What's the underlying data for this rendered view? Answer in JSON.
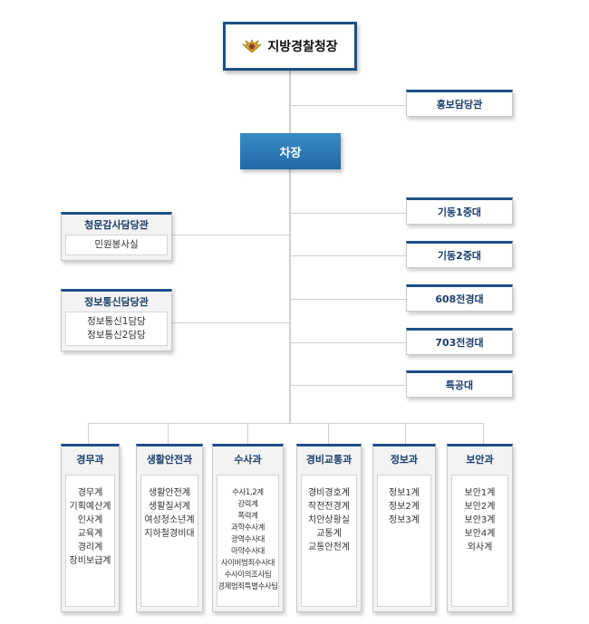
{
  "top": {
    "title": "지방경찰청장"
  },
  "spokesperson": "홍보담당관",
  "deputy": "차장",
  "left_units": [
    {
      "title": "청문감사담당관",
      "items": [
        "민원봉사실"
      ]
    },
    {
      "title": "정보통신담당관",
      "items": [
        "정보통신1담당",
        "정보통신2담당"
      ]
    }
  ],
  "right_units": [
    "기동1중대",
    "기동2중대",
    "608전경대",
    "703전경대",
    "특공대"
  ],
  "departments": [
    {
      "title": "경무과",
      "items": [
        "경무계",
        "기획예산계",
        "인사계",
        "교육계",
        "경리계",
        "장비보급계"
      ]
    },
    {
      "title": "생활안전과",
      "items": [
        "생활안전계",
        "생활질서계",
        "여성청소년계",
        "지하철경비대"
      ]
    },
    {
      "title": "수사과",
      "items": [
        "수사1,2계",
        "강력계",
        "폭력계",
        "과학수사계",
        "광역수사대",
        "마약수사대",
        "사이버범죄수사대",
        "수사이의조사팀",
        "경제범죄특별수사팀"
      ]
    },
    {
      "title": "경비교통과",
      "items": [
        "경비경호계",
        "작전전경계",
        "치안상황실",
        "교통계",
        "교통안전계"
      ]
    },
    {
      "title": "정보과",
      "items": [
        "정보1계",
        "정보2계",
        "정보3계"
      ]
    },
    {
      "title": "보안과",
      "items": [
        "보안1계",
        "보안2계",
        "보안3계",
        "보안4계",
        "외사계"
      ]
    }
  ],
  "colors": {
    "accent": "#1d4f86",
    "deputy_fill": "#2a7ab8",
    "line": "#cfcfcf"
  }
}
